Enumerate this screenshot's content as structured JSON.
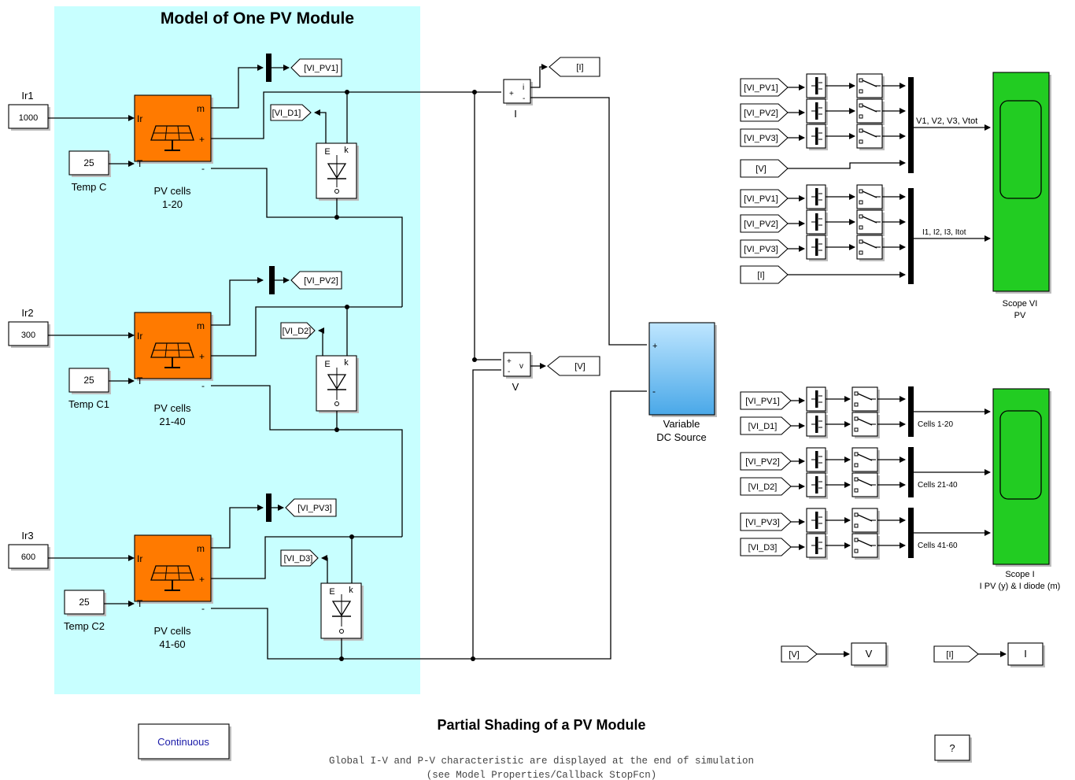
{
  "subsystem": {
    "title": "Model of One PV Module",
    "background": "#c8ffff"
  },
  "constants": {
    "ir1": {
      "label": "Ir1",
      "value": "1000"
    },
    "ir2": {
      "label": "Ir2",
      "value": "300"
    },
    "ir3": {
      "label": "Ir3",
      "value": "600"
    },
    "temp1": {
      "label": "Temp C",
      "value": "25"
    },
    "temp2": {
      "label": "Temp C1",
      "value": "25"
    },
    "temp3": {
      "label": "Temp C2",
      "value": "25"
    }
  },
  "pv_blocks": [
    {
      "name_line1": "PV cells",
      "name_line2": "1-20"
    },
    {
      "name_line1": "PV cells",
      "name_line2": "21-40"
    },
    {
      "name_line1": "PV cells",
      "name_line2": "41-60"
    }
  ],
  "pv_ports": {
    "irradiance": "Ir",
    "temperature": "T",
    "measure": "m",
    "plus": "+",
    "minus": "-"
  },
  "pv_color": "#ff7a00",
  "goto_tags": {
    "vi_pv1": "[VI_PV1]",
    "vi_pv2": "[VI_PV2]",
    "vi_pv3": "[VI_PV3]",
    "vi_d1": "[VI_D1]",
    "vi_d2": "[VI_D2]",
    "vi_d3": "[VI_D3]",
    "i": "[I]",
    "v": "[V]"
  },
  "sensors": {
    "current": {
      "name": "I",
      "port_plus": "+",
      "port_i": "i",
      "port_minus": "-"
    },
    "voltage": {
      "name": "V",
      "port_plus": "+",
      "port_v": "v",
      "port_minus": "-"
    }
  },
  "dc_source": {
    "name_line1": "Variable",
    "name_line2": "DC Source",
    "port_plus": "+",
    "port_minus": "-",
    "color": "#8fd0ff"
  },
  "scopes": {
    "vi": {
      "name_line1": "Scope VI",
      "name_line2": "PV",
      "color": "#22cc22",
      "input1": "V1, V2, V3, Vtot",
      "input2": "I1, I2, I3, Itot"
    },
    "id": {
      "name_line1": "Scope I",
      "name_line2": "I PV (y) & I diode (m)",
      "color": "#22cc22",
      "input1": "Cells 1-20",
      "input2": "Cells 21-40",
      "input3": "Cells 41-60"
    }
  },
  "from_tags": {
    "vi_group_v": [
      "[VI_PV1]",
      "[VI_PV2]",
      "[VI_PV3]",
      "[V]"
    ],
    "vi_group_i": [
      "[VI_PV1]",
      "[VI_PV2]",
      "[VI_PV3]",
      "[I]"
    ],
    "id_group": [
      "[VI_PV1]",
      "[VI_D1]",
      "[VI_PV2]",
      "[VI_D2]",
      "[VI_PV3]",
      "[VI_D3]"
    ],
    "bottom_v": "[V]",
    "bottom_i": "[I]"
  },
  "outputs": {
    "v": "V",
    "i": "I"
  },
  "footer": {
    "solver": "Continuous",
    "title": "Partial Shading of a PV Module",
    "help": "?",
    "note_line1": "Global I-V and P-V characteristic are displayed at the end of simulation",
    "note_line2": "(see Model Properties/Callback StopFcn)"
  }
}
